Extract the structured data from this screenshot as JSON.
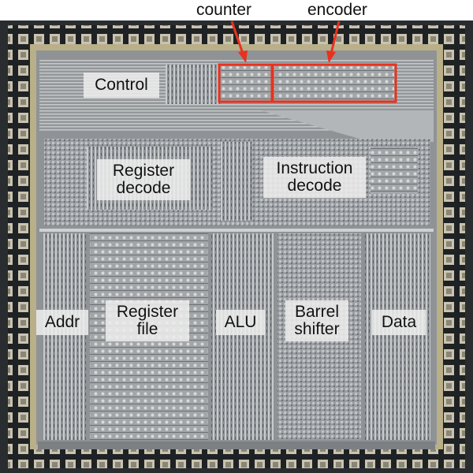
{
  "annotations": {
    "counter": "counter",
    "encoder": "encoder"
  },
  "regions": {
    "control": "Control",
    "register_decode": "Register\ndecode",
    "instruction_decode": "Instruction\ndecode",
    "addr": "Addr",
    "register_file": "Register\nfile",
    "alu": "ALU",
    "barrel_shifter": "Barrel\nshifter",
    "data": "Data"
  },
  "colors": {
    "highlight": "#e8321e",
    "die": "#8f9396",
    "frame": "#b9b08a",
    "pad": "#c9c3b0"
  }
}
